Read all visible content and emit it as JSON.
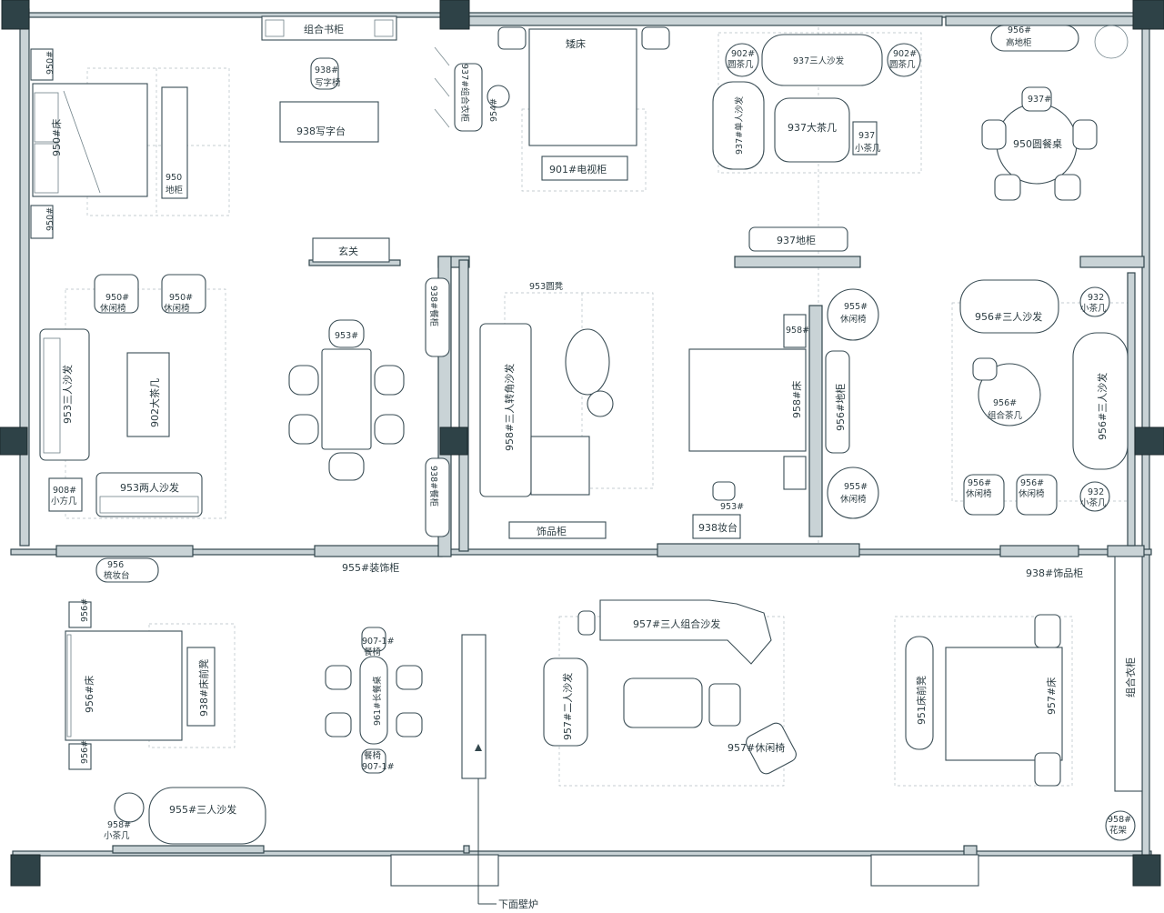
{
  "labels": {
    "combo_bookshelf": "组合书柜",
    "desk_chair_top": "938#",
    "desk_chair_bottom": "写字椅",
    "desk": "938写字台",
    "bed_topleft": "950#床",
    "floor_cabinet_left_a": "950",
    "floor_cabinet_left_b": "地柜",
    "nightstand_tl_top": "950#",
    "nightstand_tl_bottom": "950#",
    "entry": "玄关",
    "lounge_chair_950_a": "950#",
    "lounge_chair_950_a2": "休闲椅",
    "lounge_chair_950_b": "950#",
    "lounge_chair_950_b2": "休闲椅",
    "sofa_three_953": "953三人沙发",
    "coffee_table_902": "902大茶几",
    "small_square_table_a": "908#",
    "small_square_table_b": "小方几",
    "sofa_two_953": "953两人沙发",
    "dining_chair_mini": "953#",
    "sideboard_938_top": "938#餐柜",
    "sideboard_938_bottom": "938#餐柜",
    "wardrobe_937": "937#组合衣柜",
    "stool_954": "954#",
    "low_bed": "矮床",
    "tv_cabinet": "901#电视柜",
    "round_table_902_left_a": "902#",
    "round_table_902_left_b": "圆茶几",
    "sofa_three_937": "937三人沙发",
    "round_table_902_right_a": "902#",
    "round_table_902_right_b": "圆茶几",
    "single_sofa_937": "937#单人沙发",
    "coffee_table_937": "937大茶几",
    "small_table_937_a": "937",
    "small_table_937_b": "小茶几",
    "tall_cabinet_956_a": "956#",
    "tall_cabinet_956_b": "高地柜",
    "round_dining_950": "950圆餐桌",
    "chair_937": "937#",
    "floor_cabinet_937": "937地柜",
    "round_stool_953": "953圆凳",
    "corner_sofa_958": "958#三人转角沙发",
    "display_cabinet": "饰品柜",
    "bed_958": "958#床",
    "nightstand_958": "958#",
    "floor_cabinet_956": "956#地柜",
    "lounge_chair_955_a": "955#",
    "lounge_chair_955_b": "休闲椅",
    "dresser_stool_953": "953#",
    "dresser_938": "938妆台",
    "sofa_three_956": "956#三人沙发",
    "small_table_932_a": "932",
    "small_table_932_b": "小茶几",
    "combo_table_956_a": "956#",
    "combo_table_956_b": "组合茶几",
    "lounge_chair_956_a": "956#",
    "lounge_chair_956_b": "休闲椅",
    "sofa_three_956_vertical": "956#三人沙发",
    "dresser_956_a": "956",
    "dresser_956_b": "梳妆台",
    "decor_cabinet_955": "955#装饰柜",
    "display_cabinet_938": "938#饰品柜",
    "nightstand_956": "956#",
    "bed_956": "956#床",
    "bench_938": "938#床前凳",
    "dining_chair_907_a": "907-1#",
    "dining_chair_907_b": "餐椅",
    "long_dining_961": "961#长餐桌",
    "sofa_combo_957": "957#三人组合沙发",
    "sofa_two_957": "957#二人沙发",
    "lounge_chair_957": "957#休闲椅",
    "bench_951": "951床前凳",
    "bed_957": "957#床",
    "combo_wardrobe": "组合衣柜",
    "side_table_958_a": "958#",
    "side_table_958_b": "小茶几",
    "sofa_three_955": "955#三人沙发",
    "fireplace_note": "下面壁炉",
    "plant_stand_a": "958#",
    "plant_stand_b": "花架"
  }
}
